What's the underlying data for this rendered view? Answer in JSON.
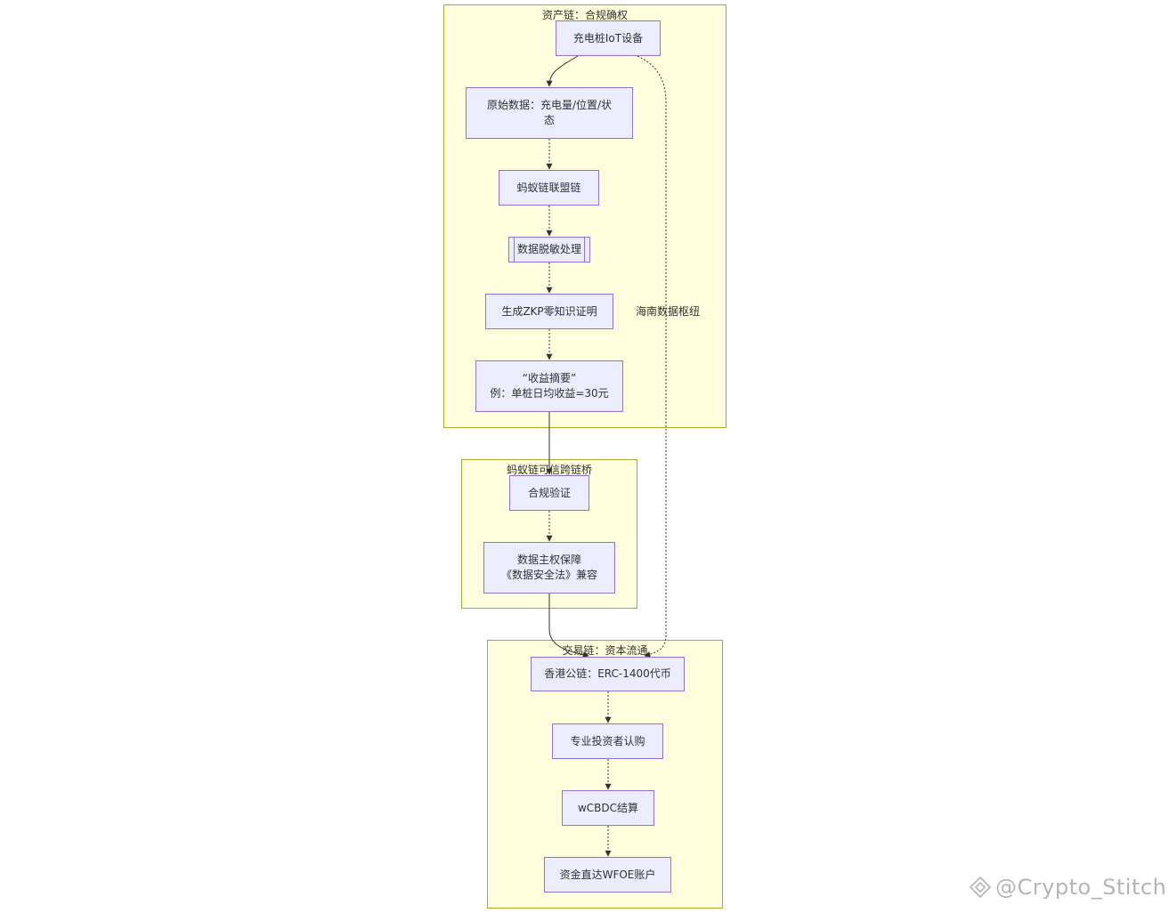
{
  "clusters": {
    "asset_chain": "资产链：合规确权",
    "bridge": "蚂蚁链可信跨链桥",
    "trade_chain": "交易链：资本流通"
  },
  "nodes": {
    "iot_device": "充电桩IoT设备",
    "raw_data_line1": "原始数据：充电量/位置/状",
    "raw_data_line2": "态",
    "alliance_chain": "蚂蚁链联盟链",
    "desensitize": "数据脱敏处理",
    "zkp": "生成ZKP零知识证明",
    "summary_line1": "“收益摘要”",
    "summary_line2": "例：单桩日均收益=30元",
    "compliance_check": "合规验证",
    "sovereignty_line1": "数据主权保障",
    "sovereignty_line2": "《数据安全法》兼容",
    "hk_token": "香港公链：ERC-1400代币",
    "pro_investor": "专业投资者认购",
    "wcbdc": "wCBDC结算",
    "wfoe": "资金直达WFOE账户"
  },
  "edges": {
    "hainan_hub": "海南数据枢纽"
  },
  "colors": {
    "cluster_fill": "#ffffde",
    "cluster_border": "#aaaa33",
    "node_fill": "#ececff",
    "node_border": "#9370db",
    "edge": "#333333"
  },
  "watermark": {
    "icon": "diamond-logo-icon",
    "text": "@Crypto_Stitch"
  }
}
